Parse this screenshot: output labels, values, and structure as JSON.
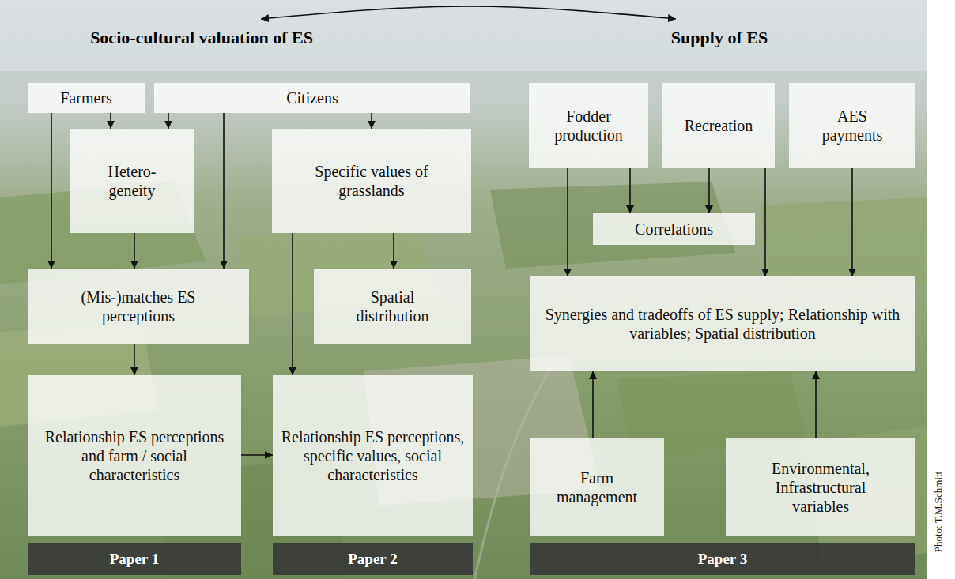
{
  "diagram": {
    "nodes": [
      {
        "text": [
          "Socio-cultural valuation of ES"
        ]
      },
      {
        "text": [
          "Supply of ES"
        ]
      },
      {
        "text": [
          "Farmers"
        ]
      },
      {
        "text": [
          "Citizens"
        ]
      },
      {
        "text": [
          "Fodder production"
        ]
      },
      {
        "text": [
          "Recreation"
        ]
      },
      {
        "text": [
          "AES payments"
        ]
      },
      {
        "text": [
          "Hetero- geneity"
        ]
      },
      {
        "text": [
          "Specific values of grasslands"
        ]
      },
      {
        "text": [
          "Correlations"
        ]
      },
      {
        "text": [
          "(Mis-)matches ES perceptions"
        ]
      },
      {
        "text": [
          "Spatial distribution"
        ]
      },
      {
        "text": [
          "Synergies and tradeoffs of ES supply; Relationship with variables; Spatial distribution"
        ]
      },
      {
        "text": [
          "Relationship ES perceptions and farm / social characteristics"
        ]
      },
      {
        "text": [
          "Relationship ES perceptions, specific values, social characteristics"
        ]
      },
      {
        "text": [
          "Farm management"
        ]
      },
      {
        "text": [
          "Environmental, Infrastructural variables"
        ]
      },
      {
        "text": [
          "Paper 1"
        ]
      },
      {
        "text": [
          "Paper 2"
        ]
      },
      {
        "text": [
          "Paper 3"
        ]
      }
    ],
    "edges": [
      {
        "from": 0,
        "to": 1,
        "arrow": "both"
      },
      {
        "from": 2,
        "to": 7,
        "arrow": "to"
      },
      {
        "from": 2,
        "to": 10,
        "arrow": "to"
      },
      {
        "from": 3,
        "to": 7,
        "arrow": "to"
      },
      {
        "from": 3,
        "to": 10,
        "arrow": "to"
      },
      {
        "from": 3,
        "to": 8,
        "arrow": "to"
      },
      {
        "from": 7,
        "to": 10,
        "arrow": "to"
      },
      {
        "from": 8,
        "to": 11,
        "arrow": "to"
      },
      {
        "from": 8,
        "to": 14,
        "arrow": "to"
      },
      {
        "from": 10,
        "to": 13,
        "arrow": "to"
      },
      {
        "from": 13,
        "to": 14,
        "arrow": "to"
      },
      {
        "from": 4,
        "to": 9,
        "arrow": "to"
      },
      {
        "from": 5,
        "to": 9,
        "arrow": "to"
      },
      {
        "from": 4,
        "to": 12,
        "arrow": "to"
      },
      {
        "from": 5,
        "to": 12,
        "arrow": "to"
      },
      {
        "from": 6,
        "to": 12,
        "arrow": "to"
      },
      {
        "from": 15,
        "to": 12,
        "arrow": "to"
      },
      {
        "from": 16,
        "to": 12,
        "arrow": "to"
      }
    ],
    "labels": [
      "Photo: T.M.Schmitt"
    ]
  }
}
